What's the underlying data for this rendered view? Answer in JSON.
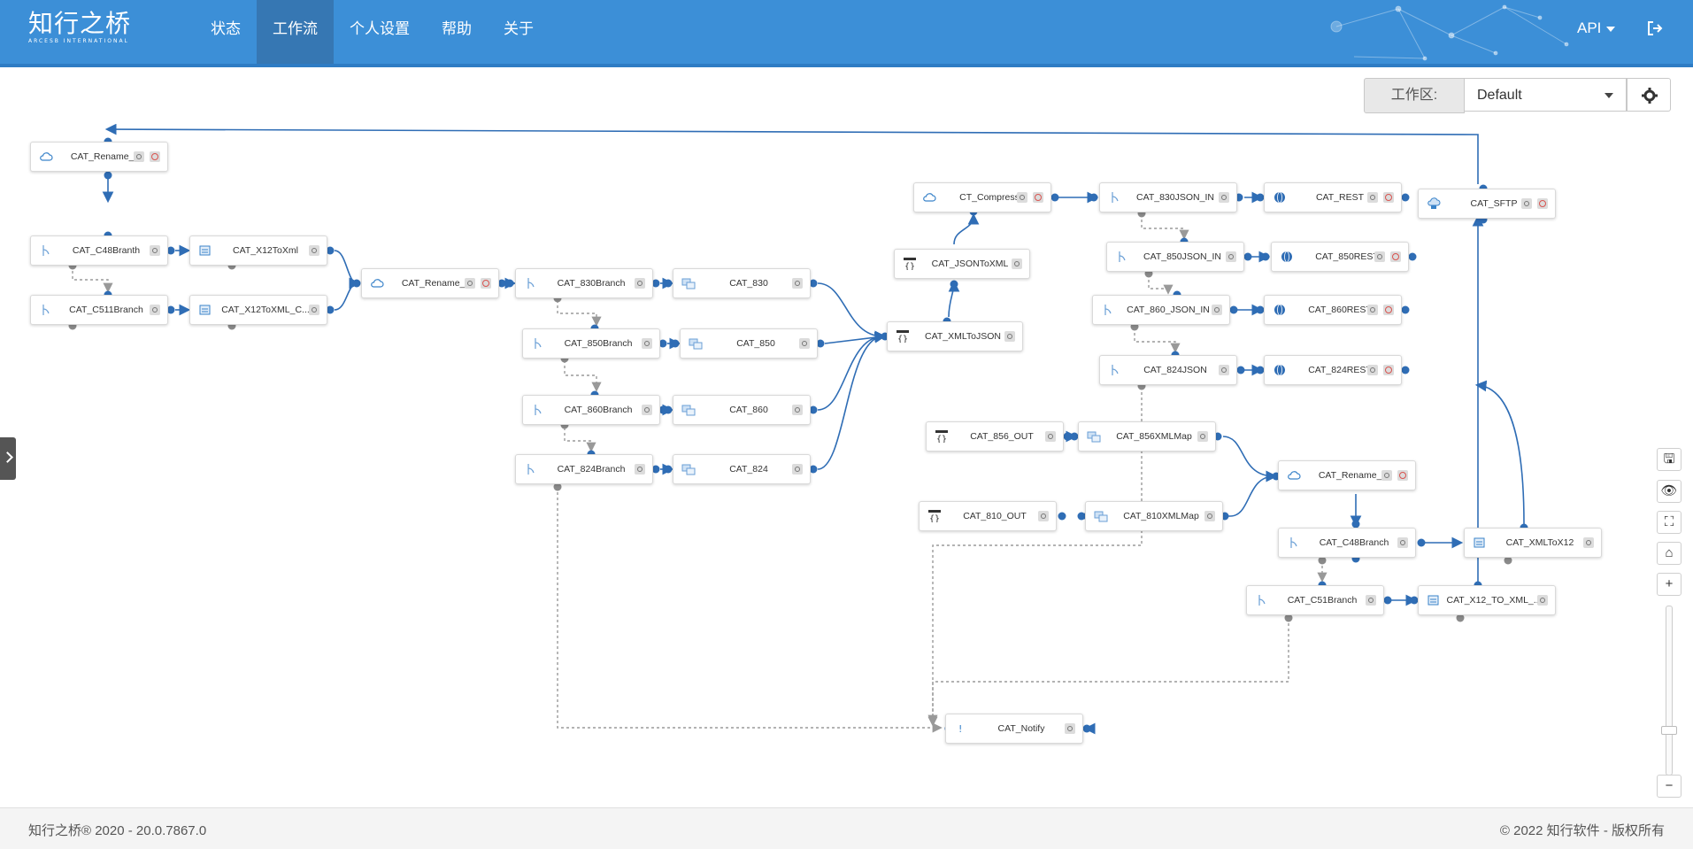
{
  "app": {
    "logo_text": "知行之桥",
    "logo_subtext": "ARCESB INTERNATIONAL"
  },
  "nav": {
    "items": [
      {
        "label": "状态",
        "active": false
      },
      {
        "label": "工作流",
        "active": true
      },
      {
        "label": "个人设置",
        "active": false
      },
      {
        "label": "帮助",
        "active": false
      },
      {
        "label": "关于",
        "active": false
      }
    ],
    "api_label": "API"
  },
  "workspace": {
    "label": "工作区:",
    "selected": "Default"
  },
  "nodes": [
    {
      "id": "n1",
      "label": "CAT_Rename_...",
      "icon": "cloud-icon",
      "stop": true
    },
    {
      "id": "n2",
      "label": "CAT_C48Branth",
      "icon": "branch-icon",
      "stop": false
    },
    {
      "id": "n3",
      "label": "CAT_X12ToXml",
      "icon": "x12-icon",
      "stop": false
    },
    {
      "id": "n4",
      "label": "CAT_C511Branch",
      "icon": "branch-icon",
      "stop": false
    },
    {
      "id": "n5",
      "label": "CAT_X12ToXML_C...",
      "icon": "x12-icon",
      "stop": false
    },
    {
      "id": "n6",
      "label": "CAT_Rename_...",
      "icon": "cloud-icon",
      "stop": true
    },
    {
      "id": "n7",
      "label": "CAT_830Branch",
      "icon": "branch-icon",
      "stop": false
    },
    {
      "id": "n8",
      "label": "CAT_830",
      "icon": "map-icon",
      "stop": false
    },
    {
      "id": "n9",
      "label": "CAT_850Branch",
      "icon": "branch-icon",
      "stop": false
    },
    {
      "id": "n10",
      "label": "CAT_850",
      "icon": "map-icon",
      "stop": false
    },
    {
      "id": "n11",
      "label": "CAT_860Branch",
      "icon": "branch-icon",
      "stop": false
    },
    {
      "id": "n12",
      "label": "CAT_860",
      "icon": "map-icon",
      "stop": false
    },
    {
      "id": "n13",
      "label": "CAT_824Branch",
      "icon": "branch-icon",
      "stop": false
    },
    {
      "id": "n14",
      "label": "CAT_824",
      "icon": "map-icon",
      "stop": false
    },
    {
      "id": "n15",
      "label": "CAT_XMLToJSON",
      "icon": "json-icon",
      "stop": false
    },
    {
      "id": "n16",
      "label": "CAT_JSONToXML",
      "icon": "json-icon",
      "stop": false
    },
    {
      "id": "n17",
      "label": "CT_Compress",
      "icon": "cloud-icon",
      "stop": true
    },
    {
      "id": "n18",
      "label": "CAT_830JSON_IN",
      "icon": "branch-icon",
      "stop": false
    },
    {
      "id": "n19",
      "label": "CAT_REST",
      "icon": "globe-icon",
      "stop": true
    },
    {
      "id": "n20",
      "label": "CAT_850JSON_IN",
      "icon": "branch-icon",
      "stop": false
    },
    {
      "id": "n21",
      "label": "CAT_850REST",
      "icon": "globe-icon",
      "stop": true
    },
    {
      "id": "n22",
      "label": "CAT_860_JSON_IN",
      "icon": "branch-icon",
      "stop": false
    },
    {
      "id": "n23",
      "label": "CAT_860REST",
      "icon": "globe-icon",
      "stop": true
    },
    {
      "id": "n24",
      "label": "CAT_824JSON",
      "icon": "branch-icon",
      "stop": false
    },
    {
      "id": "n25",
      "label": "CAT_824REST",
      "icon": "globe-icon",
      "stop": true
    },
    {
      "id": "n26",
      "label": "CAT_SFTP",
      "icon": "sftp-icon",
      "stop": true
    },
    {
      "id": "n27",
      "label": "CAT_856_OUT",
      "icon": "json-icon",
      "stop": false
    },
    {
      "id": "n28",
      "label": "CAT_856XMLMap",
      "icon": "map-icon",
      "stop": false
    },
    {
      "id": "n29",
      "label": "CAT_810_OUT",
      "icon": "json-icon",
      "stop": false
    },
    {
      "id": "n30",
      "label": "CAT_810XMLMap",
      "icon": "map-icon",
      "stop": false
    },
    {
      "id": "n31",
      "label": "CAT_Rename_...",
      "icon": "cloud-icon",
      "stop": true
    },
    {
      "id": "n32",
      "label": "CAT_C48Branch",
      "icon": "branch-icon",
      "stop": false
    },
    {
      "id": "n33",
      "label": "CAT_XMLToX12",
      "icon": "x12-icon",
      "stop": false
    },
    {
      "id": "n34",
      "label": "CAT_C51Branch",
      "icon": "branch-icon",
      "stop": false
    },
    {
      "id": "n35",
      "label": "CAT_X12_TO_XML_...",
      "icon": "x12-icon",
      "stop": false
    },
    {
      "id": "n36",
      "label": "CAT_Notify",
      "icon": "notify-icon",
      "stop": false
    }
  ],
  "tools": [
    {
      "name": "save-tool-button",
      "icon": "save-icon",
      "glyph": "🖫"
    },
    {
      "name": "preview-tool-button",
      "icon": "eye-icon",
      "glyph": "👁"
    },
    {
      "name": "fit-tool-button",
      "icon": "fit-screen-icon",
      "glyph": "⛶"
    },
    {
      "name": "home-tool-button",
      "icon": "home-icon",
      "glyph": "⌂"
    },
    {
      "name": "zoom-in-button",
      "icon": "plus-icon",
      "glyph": "+"
    },
    {
      "name": "zoom-out-button",
      "icon": "minus-icon",
      "glyph": "−"
    }
  ],
  "footer": {
    "left": "知行之桥® 2020 - 20.0.7867.0",
    "right": "© 2022 知行软件 - 版权所有"
  },
  "colors": {
    "header": "#3c8fd7",
    "nav_active": "#3677b3",
    "connector": "#2f6db5",
    "stop": "#d9534f"
  }
}
